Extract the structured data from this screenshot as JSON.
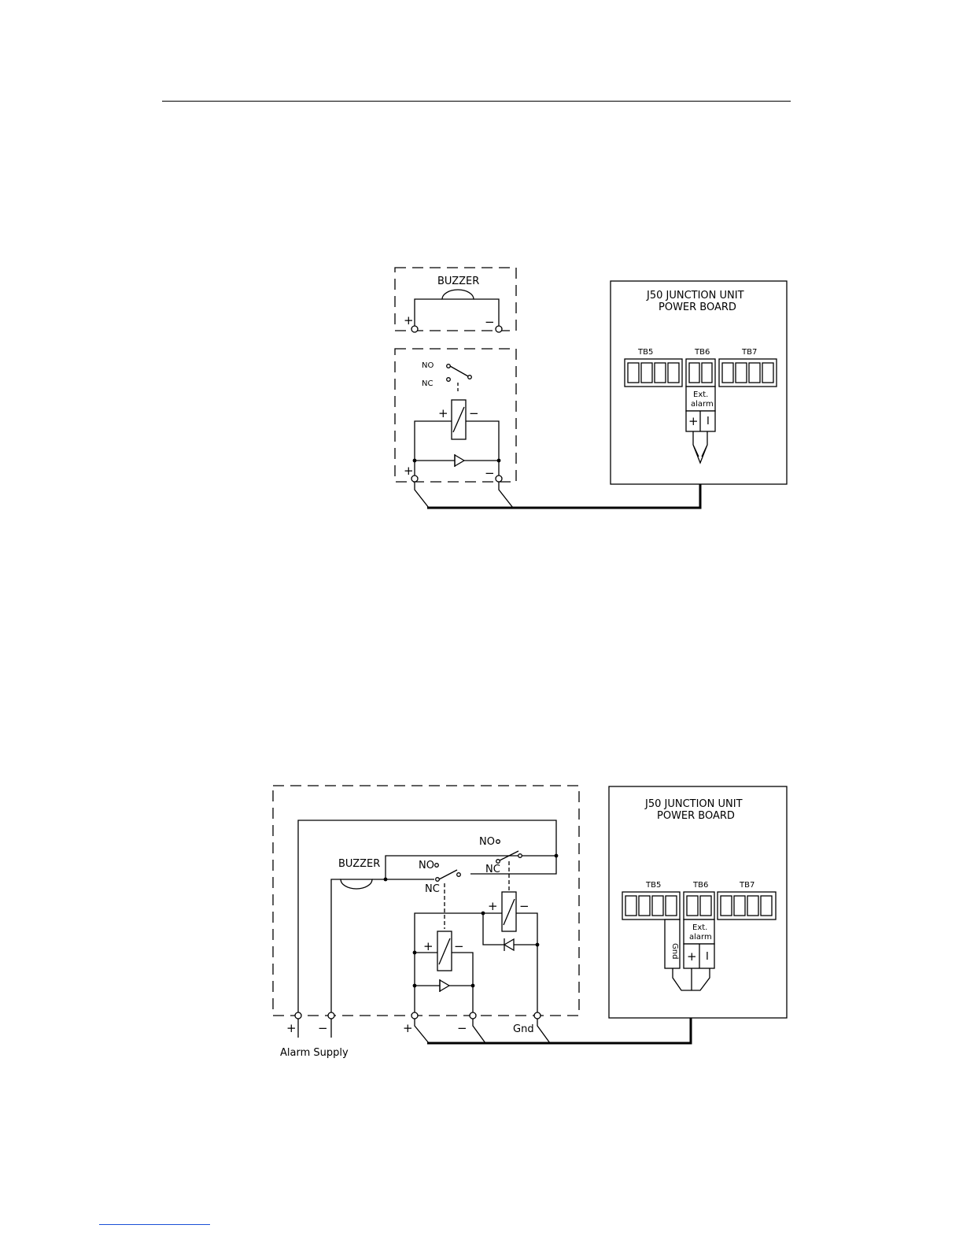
{
  "diagram1": {
    "buzzer_label": "BUZZER",
    "buzzer_plus": "+",
    "buzzer_minus": "−",
    "relay_no": "NO",
    "relay_nc": "NC",
    "coil_plus": "+",
    "coil_minus": "−",
    "term_plus": "+",
    "term_minus": "−",
    "unit_title_1": "J50 JUNCTION UNIT",
    "unit_title_2": "POWER BOARD",
    "tb5": "TB5",
    "tb6": "TB6",
    "tb7": "TB7",
    "ext_alarm_1": "Ext.",
    "ext_alarm_2": "alarm",
    "ext_plus": "+",
    "ext_minus": "I"
  },
  "diagram2": {
    "buzzer_label": "BUZZER",
    "relay1_no": "NO",
    "relay1_nc": "NC",
    "relay2_no": "NO",
    "relay2_nc": "NC",
    "coil1_plus": "+",
    "coil1_minus": "−",
    "coil2_plus": "+",
    "coil2_minus": "−",
    "supply_plus": "+",
    "supply_minus": "−",
    "supply_label": "Alarm  Supply",
    "term_plus": "+",
    "term_minus": "−",
    "term_gnd": "Gnd",
    "unit_title_1": "J50 JUNCTION UNIT",
    "unit_title_2": "POWER BOARD",
    "tb5": "TB5",
    "tb6": "TB6",
    "tb7": "TB7",
    "ext_alarm_1": "Ext.",
    "ext_alarm_2": "alarm",
    "ext_plus": "+",
    "ext_minus": "I",
    "gnd_tab": "Gnd"
  }
}
